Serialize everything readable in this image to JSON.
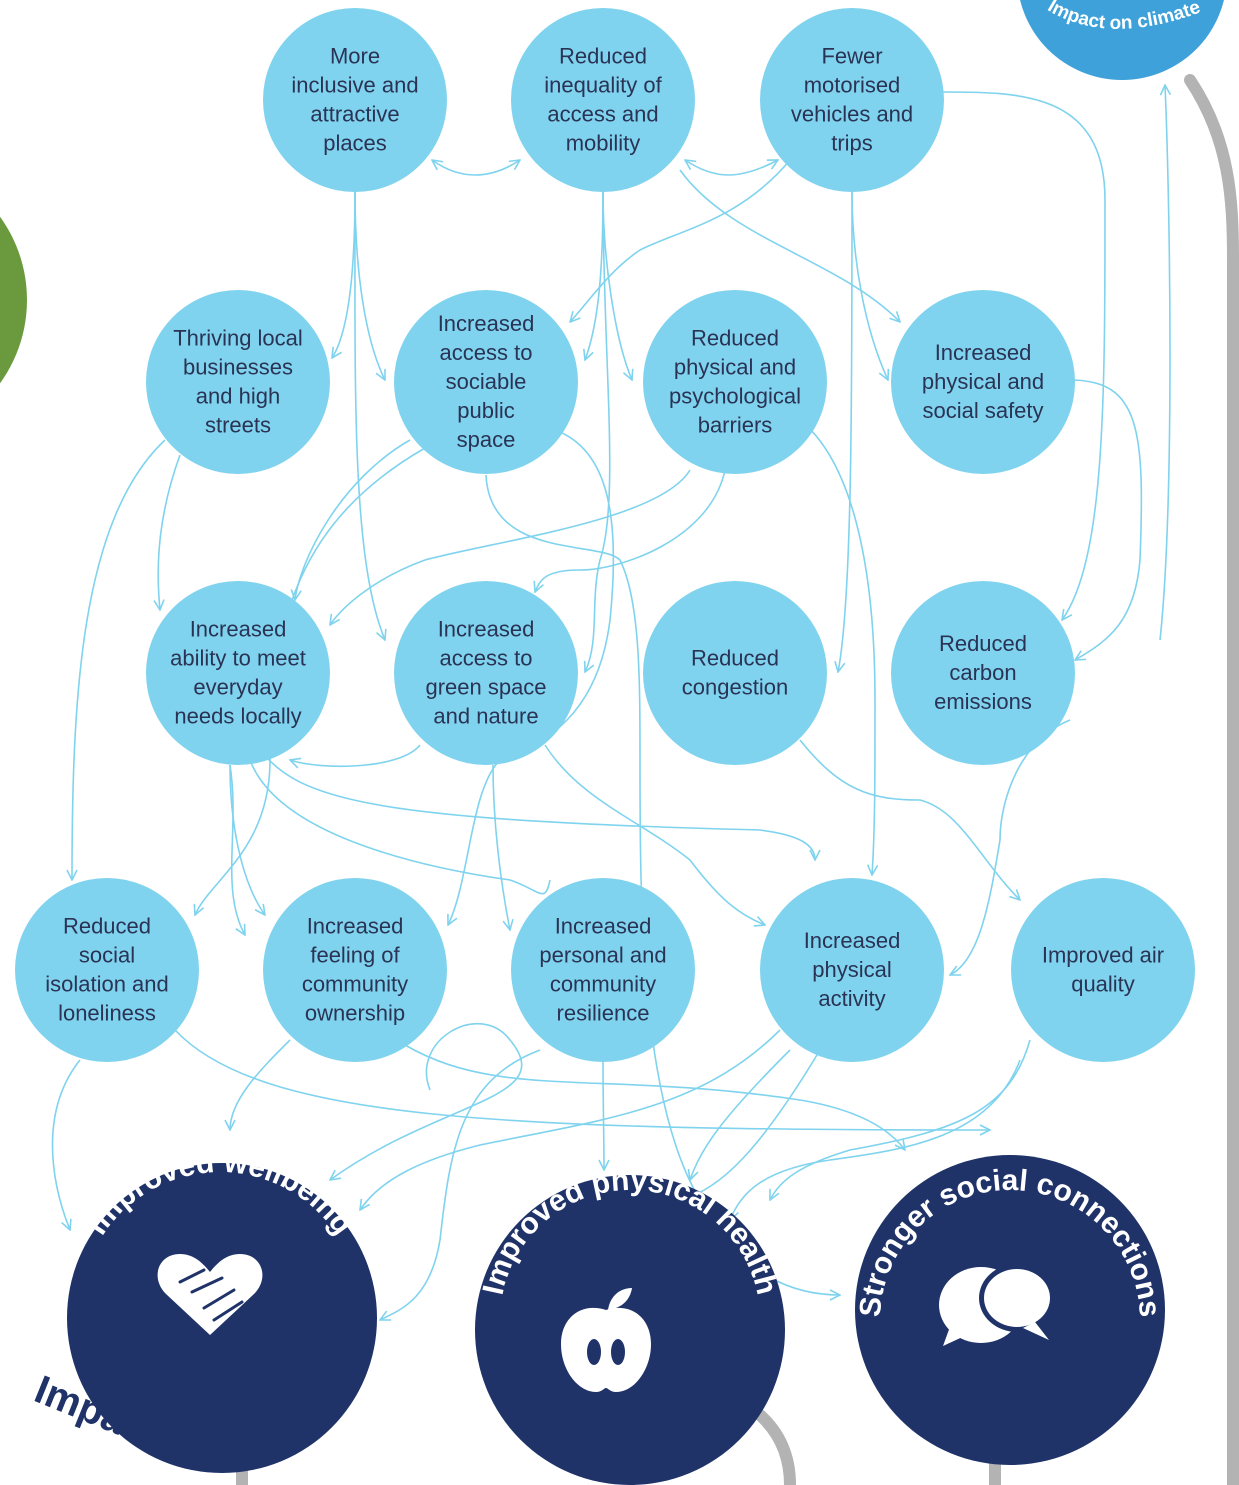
{
  "outcomes": {
    "more_inclusive": [
      "More",
      "inclusive and",
      "attractive",
      "places"
    ],
    "reduced_inequality": [
      "Reduced",
      "inequality of",
      "access and",
      "mobility"
    ],
    "fewer_vehicles": [
      "Fewer",
      "motorised",
      "vehicles and",
      "trips"
    ],
    "thriving_local": [
      "Thriving local",
      "businesses",
      "and high",
      "streets"
    ],
    "sociable_space": [
      "Increased",
      "access to",
      "sociable",
      "public",
      "space"
    ],
    "reduced_barriers": [
      "Reduced",
      "physical and",
      "psychological",
      "barriers"
    ],
    "safety": [
      "Increased",
      "physical and",
      "social safety"
    ],
    "everyday_needs": [
      "Increased",
      "ability to meet",
      "everyday",
      "needs locally"
    ],
    "green_space": [
      "Increased",
      "access to",
      "green space",
      "and nature"
    ],
    "congestion": [
      "Reduced",
      "congestion"
    ],
    "carbon": [
      "Reduced",
      "carbon",
      "emissions"
    ],
    "isolation": [
      "Reduced",
      "social",
      "isolation and",
      "loneliness"
    ],
    "ownership": [
      "Increased",
      "feeling of",
      "community",
      "ownership"
    ],
    "resilience": [
      "Increased",
      "personal and",
      "community",
      "resilience"
    ],
    "physical_activity": [
      "Increased",
      "physical",
      "activity"
    ],
    "air_quality": [
      "Improved air",
      "quality"
    ]
  },
  "impacts": {
    "wellbeing": {
      "title": "Improved wellbeing",
      "icon": "heart-handshake-icon"
    },
    "physical_health": {
      "title": "Improved physical health",
      "icon": "apple-icon"
    },
    "social_connections": {
      "title": "Stronger social connections",
      "icon": "speech-bubbles-icon"
    }
  },
  "climate_badge": "Impact on climate",
  "section_label": "Impacts",
  "colors": {
    "outcome_fill": "#7fd3ee",
    "impact_fill": "#1f3369",
    "badge_fill": "#3ea1da",
    "green_shape": "#6b9a3e",
    "track": "#b3b3b3",
    "text": "#2a3354"
  }
}
